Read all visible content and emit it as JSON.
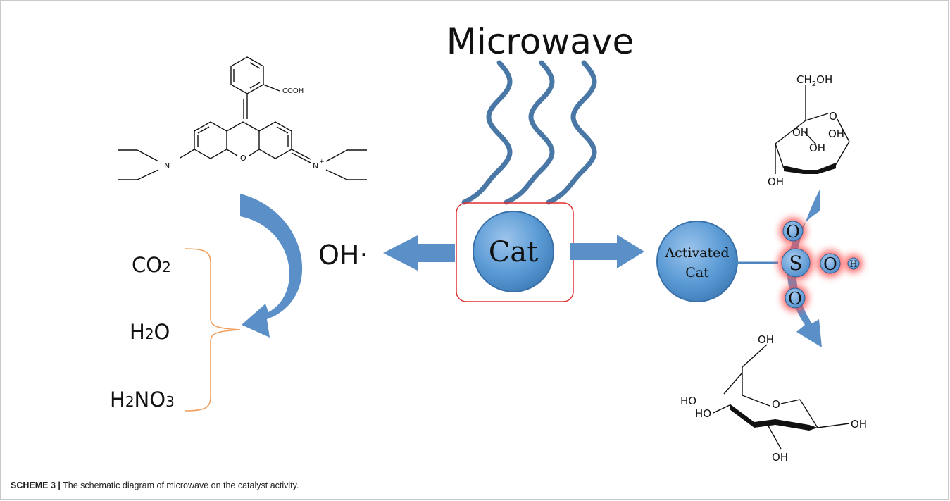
{
  "title": "Microwave",
  "catalyst": {
    "label": "Cat",
    "activated_line1": "Activated",
    "activated_line2": "Cat"
  },
  "radical": "OH·",
  "products": {
    "co2": {
      "base": "CO",
      "sub": "2"
    },
    "h2o": {
      "base": "H",
      "sub": "2",
      "tail": "O"
    },
    "h2no3": {
      "base": "H",
      "sub": "2",
      "mid": "NO",
      "sub2": "3"
    }
  },
  "rhodamine": {
    "acid_group": "COOH",
    "n_left": "N",
    "n_right": "N",
    "ring_o": "O",
    "charge": "+"
  },
  "sulfonic": {
    "o_top": "O",
    "s": "S",
    "o_right": "O",
    "h": "H",
    "o_bottom": "O"
  },
  "fructose": {
    "ch2": "CH",
    "sub": "2",
    "oh_tail": "OH",
    "ring_o": "O",
    "oh1": "OH",
    "oh2": "OH",
    "oh3": "OH",
    "oh4": "OH"
  },
  "glucose": {
    "oh_top": "OH",
    "ho1": "HO",
    "ho2": "HO",
    "ring_o": "O",
    "oh_right": "OH",
    "oh_bottom": "OH"
  },
  "caption": {
    "label": "SCHEME 3 |",
    "text": " The schematic diagram of microwave on the catalyst activity."
  },
  "colors": {
    "arrow_blue": "#5b8fc7",
    "wave_blue": "#4a78a6",
    "circle_blue": "#5b9bd5",
    "box_red": "#e03030",
    "bracket_orange": "#f0a060",
    "glow_red": "#ff5050"
  }
}
